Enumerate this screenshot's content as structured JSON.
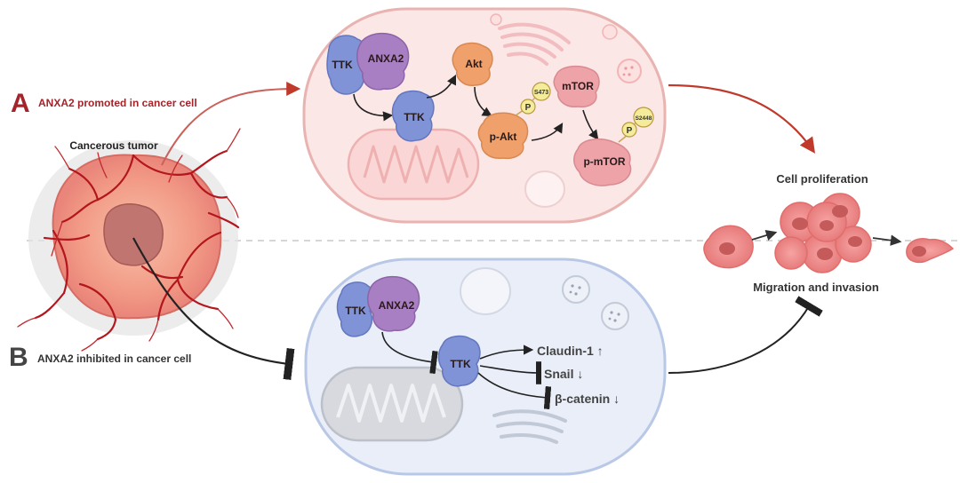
{
  "panel_a": {
    "letter": "A",
    "caption": "ANXA2 promoted in cancer cell",
    "tumor_label": "Cancerous tumor",
    "nodes": {
      "ttk_complex": "TTK",
      "anxa2_complex": "ANXA2",
      "ttk_free": "TTK",
      "akt": "Akt",
      "p_akt": "p-Akt",
      "mtor": "mTOR",
      "p_mtor": "p-mTOR",
      "phospho_1": "P",
      "phospho_2": "P",
      "site_1": "S473",
      "site_2": "S2448"
    }
  },
  "panel_b": {
    "letter": "B",
    "caption": "ANXA2 inhibited in cancer cell",
    "nodes": {
      "ttk_complex": "TTK",
      "anxa2_complex": "ANXA2",
      "ttk_free": "TTK",
      "claudin": "Claudin-1 ↑",
      "snail": "Snail ↓",
      "beta_catenin": "β-catenin ↓"
    }
  },
  "outcomes": {
    "proliferation": "Cell proliferation",
    "migration": "Migration and invasion"
  },
  "colors": {
    "accent_red": "#a3242a",
    "cell_a_fill": "#fbe7e6",
    "cell_a_stroke": "#e8b3b0",
    "cell_b_fill": "#e9eef8",
    "cell_b_stroke": "#b9c8e6",
    "ttk_blue": "#7f93d6",
    "anxa2_purple": "#a97fc3",
    "akt_orange": "#f0a06a",
    "mtor_pink": "#eea3a8"
  }
}
